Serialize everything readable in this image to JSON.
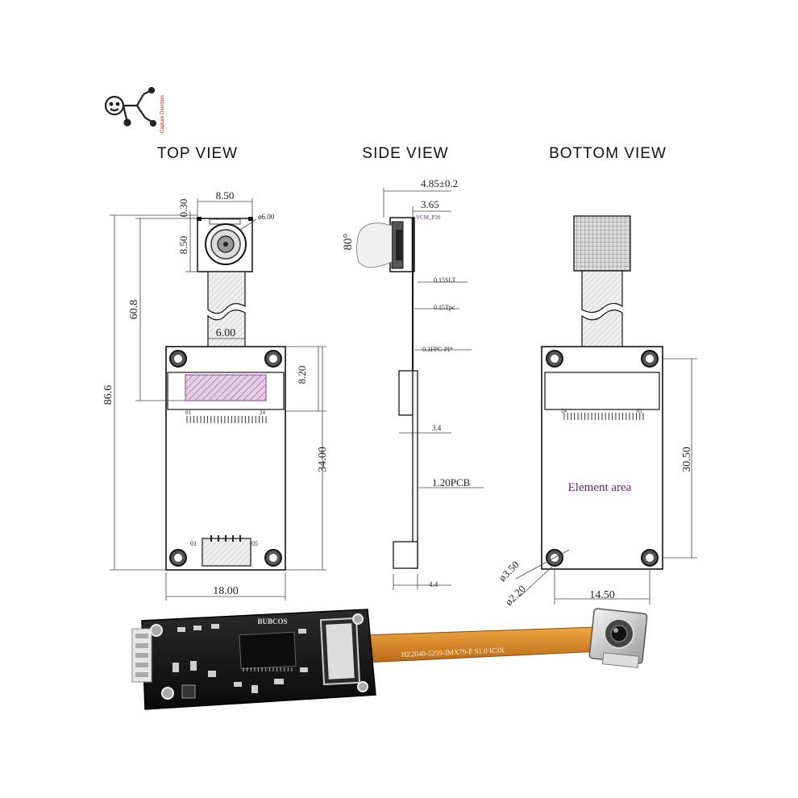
{
  "logo": {
    "text": "Capture Direction"
  },
  "views": {
    "top": {
      "title": "TOP VIEW",
      "dims": {
        "d030": "0.30",
        "d850w": "8.50",
        "d850h": "8.50",
        "dia": "ø6.00",
        "d608": "60.8",
        "d866": "86.6",
        "d600": "6.00",
        "d820": "8.20",
        "d3400": "34.00",
        "d1800": "18.00"
      },
      "pins": {
        "top_left": "01",
        "top_right": "24",
        "bot_left": "01",
        "bot_right": "05"
      }
    },
    "side": {
      "title": "SIDE VIEW",
      "dims": {
        "d485": "4.85±0.2",
        "d365": "3.65",
        "vcm": "VCM_P20",
        "angle": "80°",
        "slt": "0.15SLT",
        "pc": "0.15Tpc",
        "fpc": "0.3FPC-PI*",
        "d34": "3.4",
        "pcb": "1.20PCB",
        "d44": "4.4"
      }
    },
    "bottom": {
      "title": "BOTTOM  VIEW",
      "dims": {
        "d3050": "30.50",
        "d350": "ø3.50",
        "d220": "ø2.20",
        "d1450": "14.50"
      },
      "pins": {
        "left": "24",
        "right": "01"
      },
      "element_area": "Element area"
    }
  },
  "photo": {
    "brand": "BUBCOS",
    "fpc_text": "HZ2040-5259-IMX79-F  S1.0 ICJX"
  },
  "colors": {
    "line": "#1a1a1a",
    "dim": "#3a3a3a",
    "hatch_purple": "#b98cc0",
    "element_purple": "#6a1a7a",
    "pcb": "#151515",
    "fpc": "#d8862a"
  }
}
